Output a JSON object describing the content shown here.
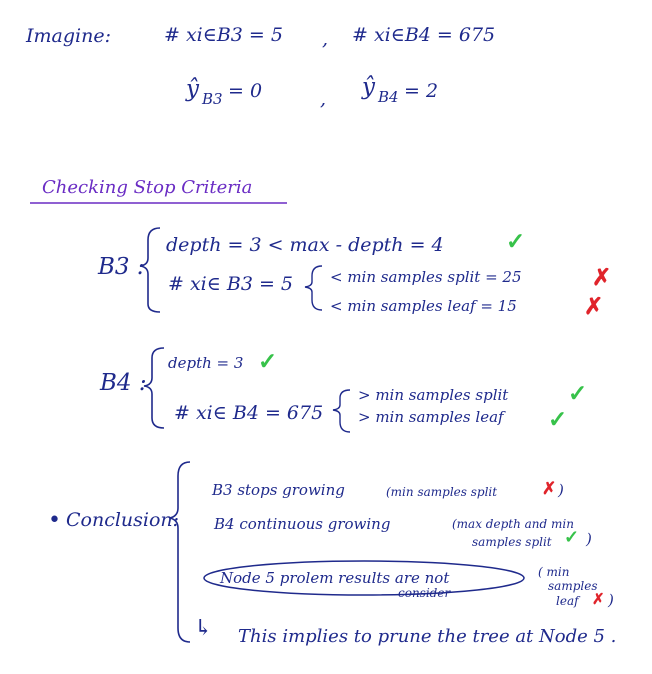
{
  "imagine": {
    "label": "Imagine:",
    "count_b3": "# xi∈B3  = 5",
    "sep": ",",
    "count_b4": "# xi∈B4  = 675",
    "yhat_b3": "ŷ",
    "yhat_b3_sub": "B3",
    "yhat_b3_val": " = 0",
    "sep2": ",",
    "yhat_b4": "ŷ",
    "yhat_b4_sub": "B4",
    "yhat_b4_val": " = 2"
  },
  "section": {
    "title": "Checking Stop Criteria"
  },
  "b3": {
    "label": "B3 :",
    "depth": "depth = 3  <  max - depth = 4",
    "depth_mark": "✓",
    "count": "# xi∈ B3  = 5",
    "rule1": "< min samples split = 25",
    "rule1_mark": "✗",
    "rule2": "< min samples leaf = 15",
    "rule2_mark": "✗"
  },
  "b4": {
    "label": "B4 :",
    "depth": "depth = 3",
    "depth_mark": "✓",
    "count": "# xi∈ B4  = 675",
    "rule1": "> min samples split",
    "rule1_mark": "✓",
    "rule2": "> min samples leaf",
    "rule2_mark": "✓"
  },
  "conclusion": {
    "bullet": "•",
    "label": "Conclusion:",
    "line1": "B3 stops growing",
    "line1_note": "(min samples split",
    "line1_mark": "✗",
    "line1_close": ")",
    "line2": "B4 continuous growing",
    "line2_note1": "(max depth and min",
    "line2_note2": "samples split",
    "line2_mark": "✓",
    "line2_close": ")",
    "line3": "Node 5 prolem results are not",
    "line3_sub": "consider",
    "line3_note1": "( min",
    "line3_note2": "samples",
    "line3_note3": "leaf",
    "line3_mark": "✗",
    "line3_close": ")",
    "arrow": "↳",
    "implication": "This implies to prune the tree at Node 5 ."
  },
  "colors": {
    "ink": "#1f2a8c",
    "rule_line": "#6a2cc4",
    "check": "#37c24a",
    "cross": "#e0242b"
  }
}
